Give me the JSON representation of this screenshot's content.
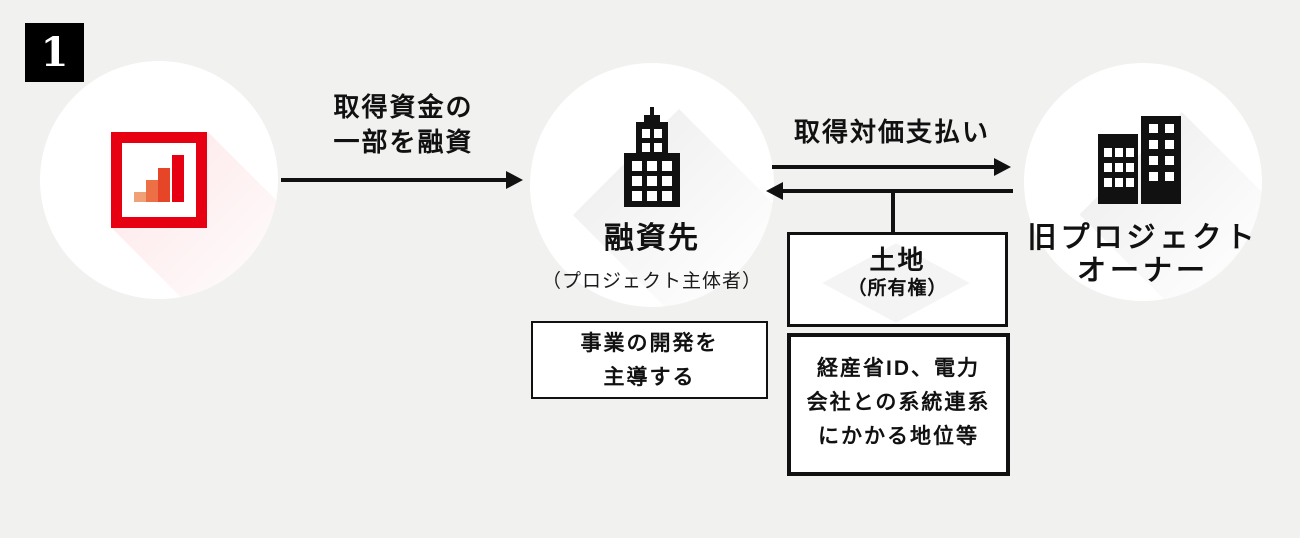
{
  "colors": {
    "bg": "#f1f1ef",
    "ink": "#111111",
    "brand-red": "#e60012",
    "bar1": "#efa077",
    "bar2": "#ec6f46",
    "bar3": "#e64527",
    "bar4": "#e60012"
  },
  "badge": {
    "number": "1"
  },
  "lender": {
    "icon": "bar-chart-logo-icon"
  },
  "loan_arrow": {
    "label_line1": "取得資金の",
    "label_line2": "一部を融資"
  },
  "borrower": {
    "icon": "office-building-icon",
    "label": "融資先",
    "sublabel": "（プロジェクト主体者）",
    "note_line1": "事業の開発を",
    "note_line2": "主導する"
  },
  "payment_arrow": {
    "label": "取得対価支払い"
  },
  "land_box": {
    "title": "土地",
    "subtitle": "（所有権）"
  },
  "rights_box": {
    "line1": "経産省ID、電力",
    "line2": "会社との系統連系",
    "line3": "にかかる地位等"
  },
  "old_owner": {
    "icon": "twin-buildings-icon",
    "label_line1": "旧プロジェクト",
    "label_line2": "オーナー"
  }
}
